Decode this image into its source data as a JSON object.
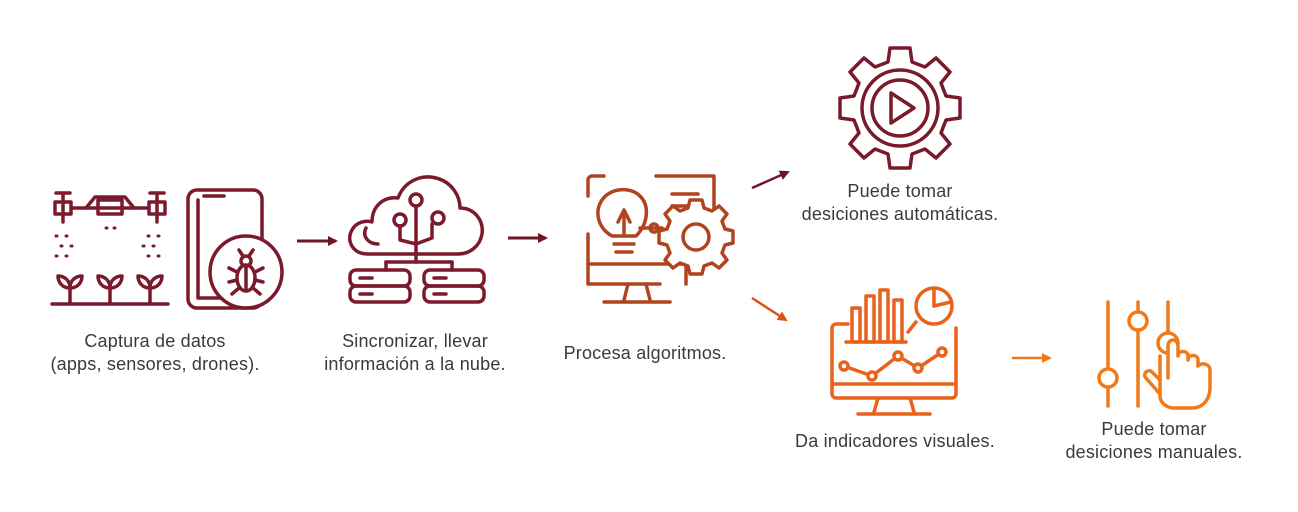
{
  "colors": {
    "maroon": "#7a1a2c",
    "maroon_dark": "#6e1626",
    "rust": "#b0441e",
    "orange_red": "#d9541a",
    "orange": "#f07a1a",
    "text": "#3a3a3a"
  },
  "steps": {
    "capture": {
      "icon": "drone-crop-sensor-phone-icon",
      "line1": "Captura de datos",
      "line2": "(apps, sensores, drones)."
    },
    "sync": {
      "icon": "cloud-server-icon",
      "line1": "Sincronizar, llevar",
      "line2": "información a la nube."
    },
    "process": {
      "icon": "idea-gear-monitor-icon",
      "line1": "Procesa algoritmos."
    },
    "auto": {
      "icon": "gear-play-icon",
      "line1": "Puede tomar",
      "line2": "desiciones automáticas."
    },
    "visual": {
      "icon": "dashboard-monitor-icon",
      "line1": "Da indicadores visuales."
    },
    "manual": {
      "icon": "sliders-hand-icon",
      "line1": "Puede tomar",
      "line2": "desiciones manuales."
    }
  }
}
